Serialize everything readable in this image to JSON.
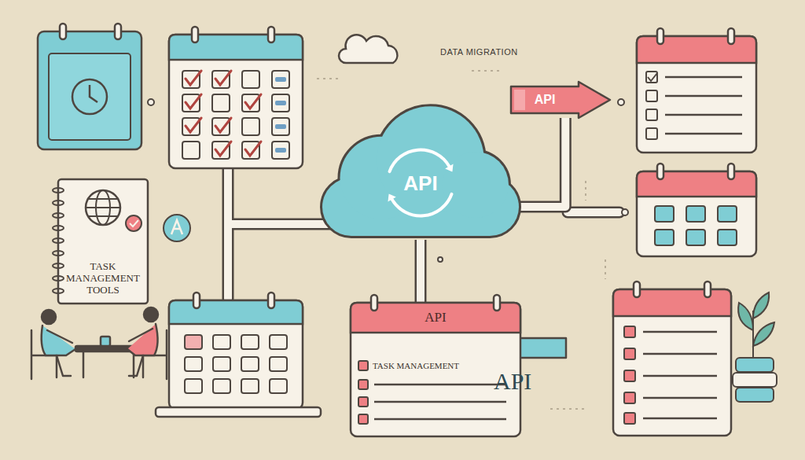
{
  "diagram": {
    "nodes": [
      {
        "text": [
          "TASK MANAGEMENT TOOLS"
        ]
      },
      {
        "text": [
          "API"
        ]
      },
      {
        "text": [
          "API"
        ]
      },
      {
        "text": [
          "API",
          "TASK MANAGEMENT"
        ]
      }
    ],
    "edges": [
      {
        "from": 1,
        "to": 2,
        "arrow": "none"
      },
      {
        "from": 1,
        "to": 3,
        "arrow": "none"
      }
    ],
    "labels": [
      "DATA MIGRATION",
      "API"
    ]
  }
}
